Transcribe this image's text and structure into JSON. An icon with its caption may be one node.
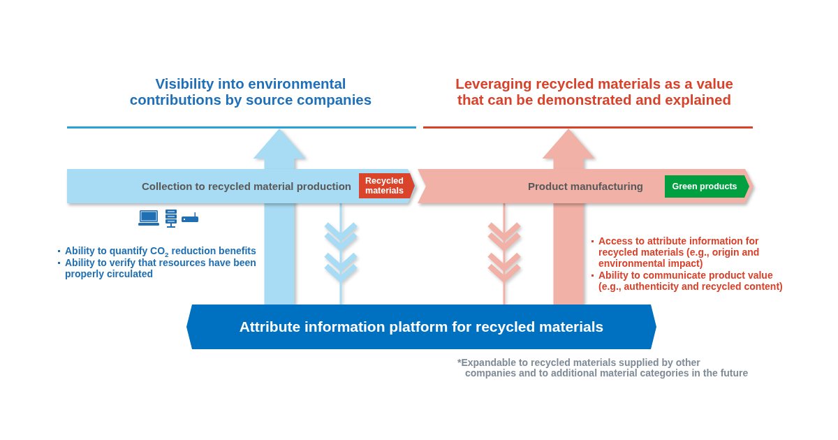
{
  "diagram": {
    "nodes": [
      {
        "text": [
          "Visibility into environmental contributions by source companies"
        ]
      },
      {
        "text": [
          "Leveraging recycled materials as a value that can be demonstrated and explained"
        ]
      },
      {
        "text": [
          "Collection to recycled material production"
        ]
      },
      {
        "text": [
          "Recycled materials"
        ],
        "in": 2
      },
      {
        "text": [
          "Product manufacturing"
        ]
      },
      {
        "text": [
          "Green products"
        ],
        "in": 4
      },
      {
        "text": [
          "Attribute information platform for recycled materials"
        ]
      }
    ],
    "edges": [
      {
        "from": 6,
        "to": 0,
        "arrow": "to",
        "style": "thick",
        "color": "#a8dcf4"
      },
      {
        "from": 6,
        "to": 1,
        "arrow": "to",
        "style": "thick",
        "color": "#f2b1a6"
      },
      {
        "from": 2,
        "to": 6,
        "arrow": "to",
        "color": "#a8dcf4"
      },
      {
        "from": 4,
        "to": 6,
        "arrow": "to",
        "color": "#f2b1a6"
      }
    ],
    "labels": [
      "Ability to quantify CO$_{2}$ reduction benefits",
      "Ability to verify that resources have been properly circulated",
      "Access to attribute information for recycled materials (e.g., origin and environmental impact)",
      "Ability to communicate product value (e.g., authenticity and recycled content)",
      "*Expandable to recycled materials supplied by other companies and to additional material categories in the future"
    ]
  }
}
